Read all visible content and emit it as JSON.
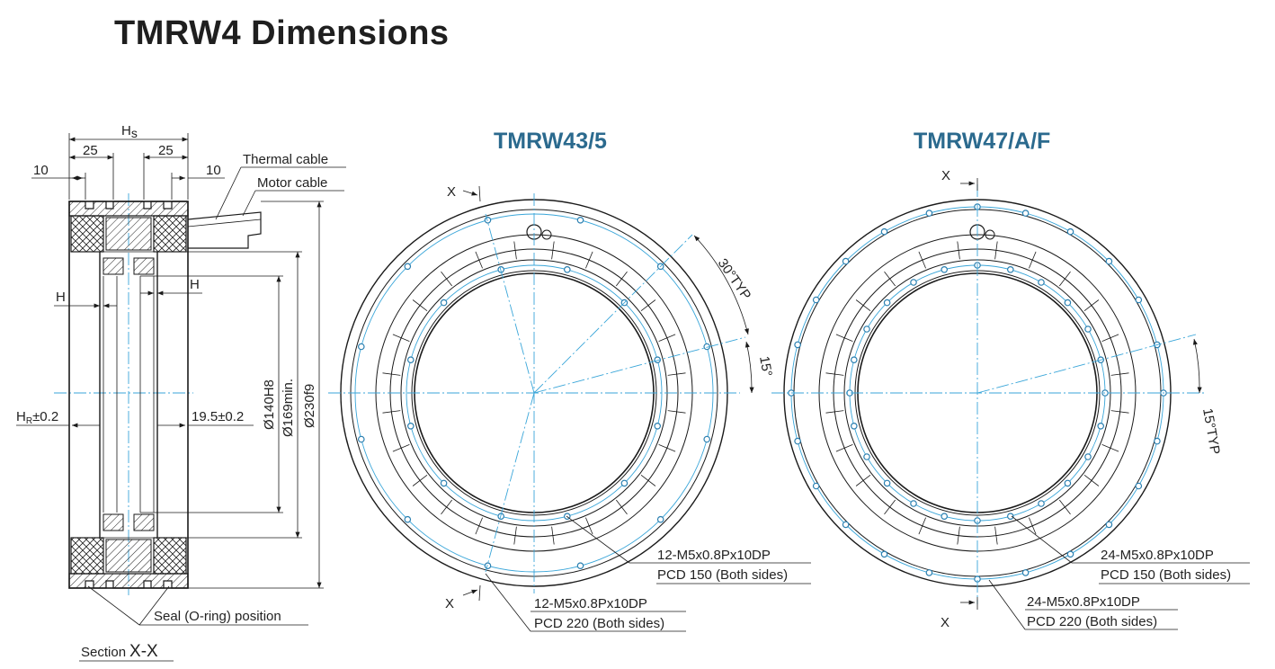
{
  "title": "TMRW4 Dimensions",
  "section_view": {
    "labels": {
      "hs": "Hs",
      "left_25": "25",
      "right_25": "25",
      "left_10": "10",
      "right_10": "10",
      "h_left": "H",
      "h_right": "H",
      "hr_tol": "±0.2",
      "right_offset": "19.5±0.2",
      "dia_140": "Ø140H8",
      "dia_169": "Ø169min.",
      "dia_230": "Ø230f9",
      "thermal_cable": "Thermal cable",
      "motor_cable": "Motor cable",
      "seal": "Seal (O-ring) position",
      "section_prefix": "Section",
      "section_name": "X-X"
    }
  },
  "views": [
    {
      "model": "TMRW43/5",
      "inner_holes": 12,
      "outer_holes": 12,
      "angle_main": "30°TYP",
      "angle_offset": "15°",
      "callout_inner_1": "12-M5x0.8Px10DP",
      "callout_inner_2": "PCD 150 (Both sides)",
      "callout_outer_1": "12-M5x0.8Px10DP",
      "callout_outer_2": "PCD 220 (Both sides)",
      "x_top": "X",
      "x_bottom": "X"
    },
    {
      "model": "TMRW47/A/F",
      "inner_holes": 24,
      "outer_holes": 24,
      "angle_main": "15°TYP",
      "callout_inner_1": "24-M5x0.8Px10DP",
      "callout_inner_2": "PCD 150 (Both sides)",
      "callout_outer_1": "24-M5x0.8Px10DP",
      "callout_outer_2": "PCD 220 (Both sides)",
      "x_top": "X",
      "x_bottom": "X"
    }
  ],
  "colors": {
    "accent": "#2b6a8e",
    "centerline": "#3aa6d9",
    "line": "#1a1a1a"
  }
}
